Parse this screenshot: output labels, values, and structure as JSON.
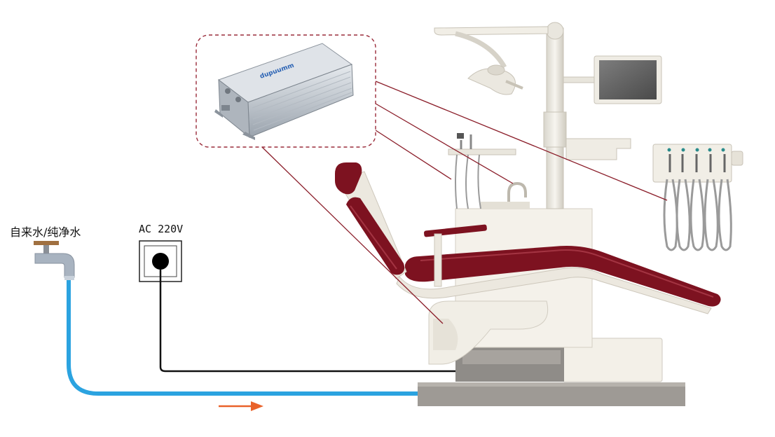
{
  "labels": {
    "water_source": "自来水/纯净水",
    "power_source": "AC 220V",
    "device_brand": "dupuumm"
  },
  "colors": {
    "water_pipe": "#2ba3e0",
    "power_cable": "#111111",
    "connector_lines": "#8b1e2a",
    "callout_border": "#9a2b3a",
    "flow_arrow": "#e9622a",
    "seat_upholstery": "#7d1220",
    "device_body": "#c8ced6",
    "chair_body": "#f2efe6"
  },
  "icons": {
    "tap": "water-tap-icon",
    "outlet": "power-outlet-icon",
    "device": "water-purifier-unit-icon",
    "chair": "dental-chair-icon",
    "arrow": "flow-arrow-icon"
  }
}
